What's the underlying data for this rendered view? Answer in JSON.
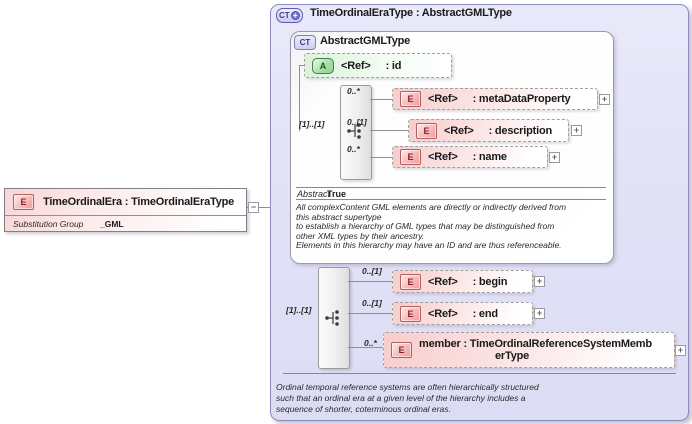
{
  "icons": {
    "expand": "+",
    "collapse": "−",
    "plus_badge": "+"
  },
  "element": {
    "badge": "E",
    "title": "TimeOrdinalEra : TimeOrdinalEraType",
    "substitution_label": "Substitution Group",
    "substitution_value": "_GML"
  },
  "type_box": {
    "badge": "CT",
    "title": "TimeOrdinalEraType : AbstractGMLType",
    "annotation_lines": [
      "Ordinal temporal reference systems are often hierarchically structured",
      "such that an ordinal era at a given level of the hierarchy includes a",
      "sequence of shorter, coterminous ordinal eras."
    ]
  },
  "base_type_box": {
    "badge": "CT",
    "title": "AbstractGMLType",
    "attribute": {
      "badge": "A",
      "ref": "<Ref>",
      "name": ": id"
    },
    "sequence_cardinality": "[1]..[1]",
    "children": [
      {
        "cardinality": "0..*",
        "badge": "E",
        "ref": "<Ref>",
        "name": ": metaDataProperty"
      },
      {
        "cardinality": "0..[1]",
        "badge": "E",
        "ref": "<Ref>",
        "name": ": description"
      },
      {
        "cardinality": "0..*",
        "badge": "E",
        "ref": "<Ref>",
        "name": ": name"
      }
    ],
    "abstract_label": "Abstract",
    "abstract_value": "True",
    "annotation_lines": [
      "All complexContent GML elements are directly or indirectly derived from",
      "this abstract supertype",
      "to establish a hierarchy of GML types that may be distinguished from",
      "other XML types by their ancestry.",
      "Elements in this hierarchy may have an ID and are thus referenceable."
    ]
  },
  "extension_sequence": {
    "cardinality": "[1]..[1]",
    "children": [
      {
        "cardinality": "0..[1]",
        "badge": "E",
        "ref": "<Ref>",
        "name": ": begin"
      },
      {
        "cardinality": "0..[1]",
        "badge": "E",
        "ref": "<Ref>",
        "name": ": end"
      },
      {
        "cardinality": "0..*",
        "badge": "E",
        "name": "member",
        "type": "TimeOrdinalReferenceSystemMemberType",
        "line1": "member : TimeOrdinalReferenceSystemMemb",
        "line2": "erType"
      }
    ]
  }
}
